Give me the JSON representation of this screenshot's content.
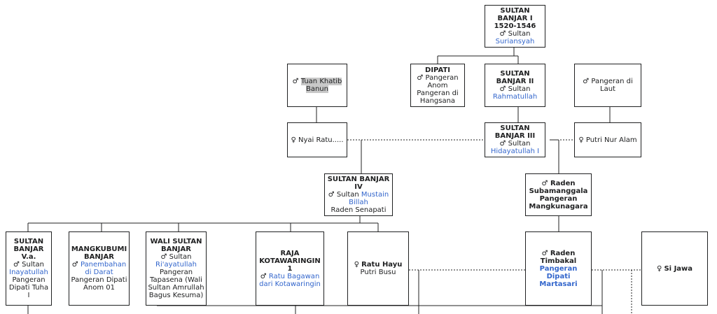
{
  "nodes": {
    "sultan1": {
      "title": "SULTAN BANJAR I 1520-1546",
      "sym": "♂",
      "pre": "Sultan",
      "link": "Suriansyah"
    },
    "dipati": {
      "title": "DIPATI",
      "sym": "♂",
      "pre": "Pangeran Anom",
      "extra": "Pangeran di Hangsana"
    },
    "sultan2": {
      "title": "SULTAN BANJAR II",
      "sym": "♂",
      "pre": "Sultan",
      "link": "Rahmatullah"
    },
    "khatib": {
      "sym": "♂",
      "name": "Tuan Khatib Banun"
    },
    "pdlaut": {
      "sym": "♂",
      "name": "Pangeran di Laut"
    },
    "nyairatu": {
      "sym": "♀",
      "name": "Nyai Ratu....."
    },
    "sultan3": {
      "title": "SULTAN BANJAR III",
      "sym": "♂",
      "pre": "Sultan",
      "link": "Hidayatullah I"
    },
    "putri": {
      "sym": "♀",
      "name": "Putri Nur Alam"
    },
    "sultan4": {
      "title": "SULTAN BANJAR IV",
      "sym": "♂",
      "pre": "Sultan",
      "link": "Mustain Billah",
      "extra": "Raden Senapati"
    },
    "subam": {
      "sym": "♂",
      "title": "Raden Subamanggala Pangeran Mangkunagara"
    },
    "sultan5": {
      "title": "SULTAN BANJAR V.a.",
      "sym": "♂",
      "pre": "Sultan",
      "link": "Inayatullah",
      "extra": "Pangeran Dipati Tuha I"
    },
    "mangkubumi": {
      "title": "MANGKUBUMI BANJAR",
      "sym": "♂",
      "link": "Panembahan di Darat",
      "extra": "Pangeran Dipati Anom 01"
    },
    "wali": {
      "title": "WALI SULTAN BANJAR",
      "sym": "♂",
      "pre": "Sultan",
      "link": "Ri'ayatullah",
      "extra": "Pangeran Tapasena (Wali Sultan Amrullah Bagus Kesuma)"
    },
    "raja": {
      "title": "RAJA KOTAWARINGIN 1",
      "sym": "♂",
      "link": "Ratu Bagawan dari Kotawaringin"
    },
    "ratuhayu": {
      "sym": "♀",
      "bname": "Ratu Hayu",
      "extra": "Putri Busu"
    },
    "timbakal": {
      "sym": "♂",
      "bname": "Raden Timbakal",
      "blink": "Pangeran Dipati Martasari"
    },
    "sijawa": {
      "sym": "♀",
      "bname": "Si Jawa"
    }
  },
  "colors": {
    "line": "#202122",
    "link": "#3366cc",
    "highlight": "#c8c8c8"
  }
}
